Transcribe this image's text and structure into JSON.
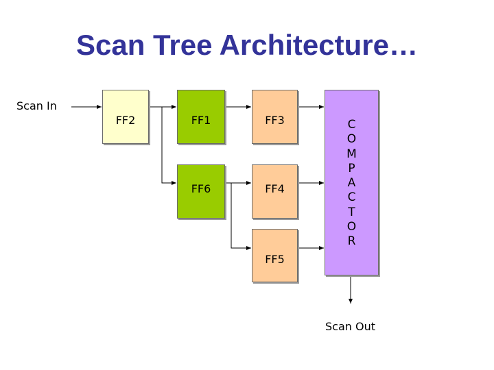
{
  "title": "Scan Tree Architecture…",
  "labels": {
    "scan_in": "Scan In",
    "scan_out": "Scan Out"
  },
  "flipflops": {
    "ff2": {
      "label": "FF2",
      "color": "#ffffcc"
    },
    "ff1": {
      "label": "FF1",
      "color": "#99cc00"
    },
    "ff3": {
      "label": "FF3",
      "color": "#ffcc99"
    },
    "ff6": {
      "label": "FF6",
      "color": "#99cc00"
    },
    "ff4": {
      "label": "FF4",
      "color": "#ffcc99"
    },
    "ff5": {
      "label": "FF5",
      "color": "#ffcc99"
    }
  },
  "compactor": {
    "letters": [
      "C",
      "O",
      "M",
      "P",
      "A",
      "C",
      "T",
      "O",
      "R"
    ],
    "color": "#cc99ff"
  },
  "colors": {
    "title": "#333399",
    "wire": "#000000"
  }
}
